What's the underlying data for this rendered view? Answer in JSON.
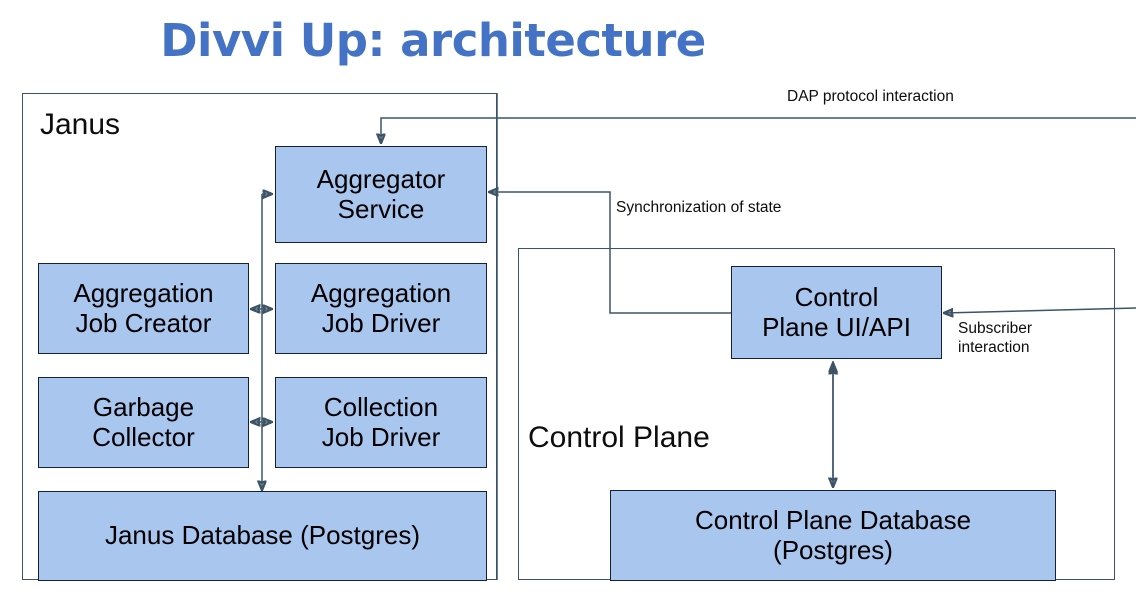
{
  "title": "Divvi Up: architecture",
  "theme": {
    "title_color": "#4472C4",
    "node_fill": "#A8C6EE",
    "node_border": "#14213a",
    "container_border": "#3D5366",
    "connector_color": "#3D5366",
    "background": "#ffffff"
  },
  "containers": [
    {
      "id": "janus",
      "label": "Janus"
    },
    {
      "id": "control_plane",
      "label": "Control Plane"
    }
  ],
  "nodes": {
    "aggregator_service": "Aggregator\nService",
    "aggregation_job_creator": "Aggregation\nJob Creator",
    "aggregation_job_driver": "Aggregation\nJob Driver",
    "garbage_collector": "Garbage\nCollector",
    "collection_job_driver": "Collection\nJob Driver",
    "janus_database": "Janus Database (Postgres)",
    "control_plane_ui_api": "Control\nPlane UI/API",
    "control_plane_database": "Control Plane Database\n(Postgres)"
  },
  "edge_labels": {
    "dap": "DAP protocol interaction",
    "sync": "Synchronization of state",
    "subscriber": "Subscriber\ninteraction"
  }
}
